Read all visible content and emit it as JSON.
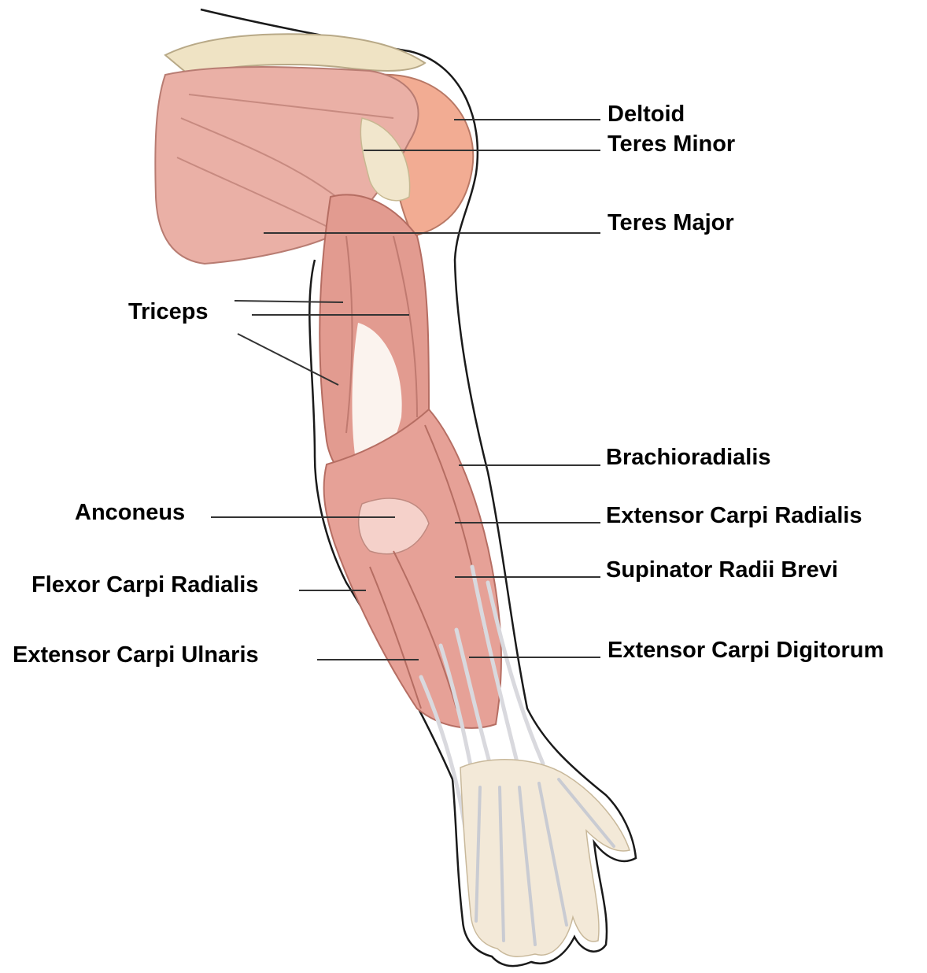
{
  "colors": {
    "muscle": "#e8a59b",
    "muscle_dark": "#c9766a",
    "deltoid": "#f2ac93",
    "bone": "#efe3c4",
    "tendon": "#d9d9de",
    "outline": "#1a1a1a",
    "leader": "#333333"
  },
  "labels": {
    "deltoid": "Deltoid",
    "teres_minor": "Teres Minor",
    "teres_major": "Teres Major",
    "triceps": "Triceps",
    "brachioradialis": "Brachioradialis",
    "anconeus": "Anconeus",
    "extensor_carpi_radialis": "Extensor Carpi Radialis",
    "supinator_radii_brevi": "Supinator Radii Brevi",
    "flexor_carpi_radialis": "Flexor Carpi Radialis",
    "extensor_carpi_ulnaris": "Extensor Carpi Ulnaris",
    "extensor_carpi_digitorum": "Extensor Carpi Digitorum"
  }
}
